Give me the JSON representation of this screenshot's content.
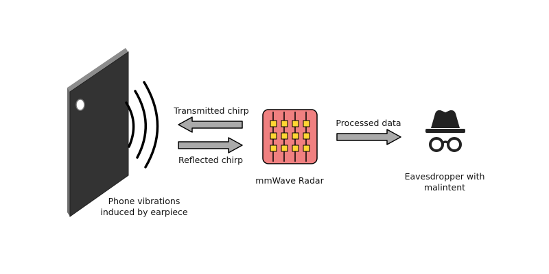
{
  "phone": {
    "label_line1": "Phone vibrations",
    "label_line2": "induced by earpiece",
    "body_color": "#333333",
    "edge_color": "#8c8c8c"
  },
  "radar": {
    "label": "mmWave Radar",
    "fill_color": "#f08080",
    "element_color": "#ffd633",
    "element_grid": {
      "rows": 3,
      "cols": 4
    }
  },
  "arrows": {
    "transmitted_label": "Transmitted chirp",
    "reflected_label": "Reflected chirp",
    "processed_label": "Processed data",
    "fill_color": "#aaaaaa"
  },
  "eavesdropper": {
    "label_line1": "Eavesdropper with",
    "label_line2": "malintent",
    "icon": "incognito-icon",
    "color": "#222222"
  }
}
